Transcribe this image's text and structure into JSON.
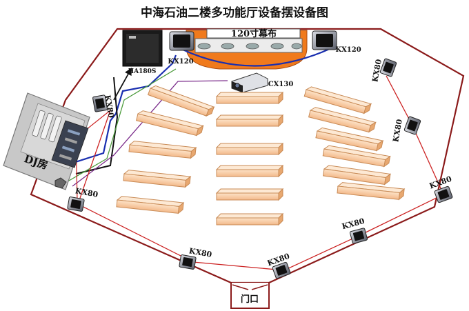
{
  "title": "中海石油二楼多功能厅设备摆设备图",
  "labels": {
    "screen": "120寸幕布",
    "sub": "HA180S",
    "spk_left": "KX120",
    "spk_right": "KX120",
    "projector": "CX130",
    "dj_room": "DJ房",
    "door": "门口",
    "kx80": "KX80"
  },
  "colors": {
    "wall": "#8b1a1a",
    "stage": "#f07a1c",
    "table_fill": "#f8cfa6",
    "table_edge": "#c88a55",
    "cable_blue": "#1a2fb0",
    "cable_red": "#cc2222",
    "cable_green": "#4a9a3a",
    "cable_purple": "#7a2a8a",
    "cable_black": "#111111"
  }
}
